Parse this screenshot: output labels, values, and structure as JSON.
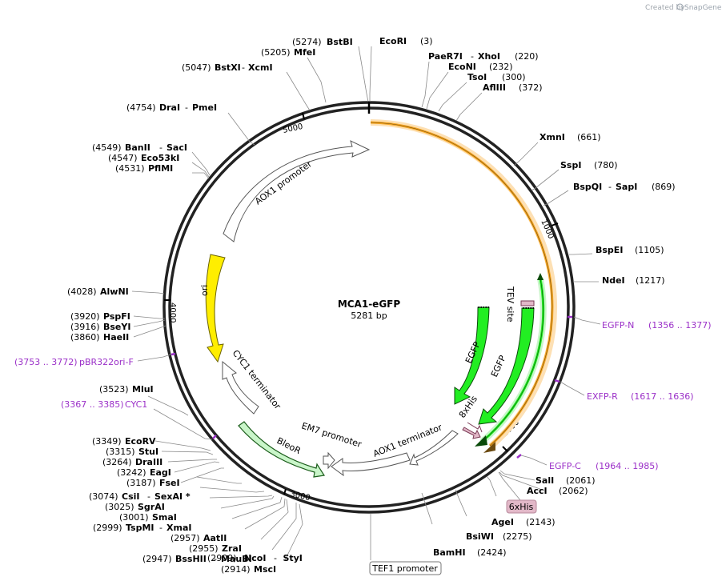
{
  "credit": {
    "prefix": "Created by",
    "brand": "SnapGene"
  },
  "plasmid": {
    "name": "MCA1-eGFP",
    "size": "5281 bp"
  },
  "ticks": [
    {
      "label": "1000"
    },
    {
      "label": "2000"
    },
    {
      "label": "3000"
    },
    {
      "label": "4000"
    },
    {
      "label": "5000"
    }
  ],
  "features": [
    {
      "name": "AOX1 promoter"
    },
    {
      "name": "ori"
    },
    {
      "name": "CYC1 terminator"
    },
    {
      "name": "BleoR"
    },
    {
      "name": "EM7 promoter"
    },
    {
      "name": "AOX1 terminator"
    },
    {
      "name": "EGFP"
    },
    {
      "name": "EGFP"
    },
    {
      "name": "TEV site"
    },
    {
      "name": "8xHis"
    }
  ],
  "outer_features": [
    {
      "name": "TEF1 promoter"
    },
    {
      "name": "6xHis"
    }
  ],
  "sites": [
    {
      "name": "BstBI",
      "pos": "(5274)"
    },
    {
      "name": "EcoRI",
      "pos": "(3)"
    },
    {
      "name": "MfeI",
      "pos": "(5205)"
    },
    {
      "name": "BstXI",
      "name2": "XcmI",
      "pos": "(5047)"
    },
    {
      "name": "PaeR7I",
      "name2": "XhoI",
      "pos": "(220)"
    },
    {
      "name": "EcoNI",
      "pos": "(232)"
    },
    {
      "name": "TsoI",
      "pos": "(300)"
    },
    {
      "name": "AflIII",
      "pos": "(372)"
    },
    {
      "name": "DraI",
      "name2": "PmeI",
      "pos": "(4754)"
    },
    {
      "name": "XmnI",
      "pos": "(661)"
    },
    {
      "name": "BanII",
      "name2": "SacI",
      "pos": "(4549)"
    },
    {
      "name": "Eco53kI",
      "pos": "(4547)"
    },
    {
      "name": "PflMI",
      "pos": "(4531)"
    },
    {
      "name": "SspI",
      "pos": "(780)"
    },
    {
      "name": "BspQI",
      "name2": "SapI",
      "pos": "(869)"
    },
    {
      "name": "BspEI",
      "pos": "(1105)"
    },
    {
      "name": "AlwNI",
      "pos": "(4028)"
    },
    {
      "name": "NdeI",
      "pos": "(1217)"
    },
    {
      "name": "PspFI",
      "pos": "(3920)"
    },
    {
      "name": "BseYI",
      "pos": "(3916)"
    },
    {
      "name": "HaeII",
      "pos": "(3860)"
    },
    {
      "name": "MluI",
      "pos": "(3523)"
    },
    {
      "name": "EcoRV",
      "pos": "(3349)"
    },
    {
      "name": "StuI",
      "pos": "(3315)"
    },
    {
      "name": "DraIII",
      "pos": "(3264)"
    },
    {
      "name": "EagI",
      "pos": "(3242)"
    },
    {
      "name": "FseI",
      "pos": "(3187)"
    },
    {
      "name": "CsiI",
      "name2": "SexAI *",
      "pos": "(3074)"
    },
    {
      "name": "SgrAI",
      "pos": "(3025)"
    },
    {
      "name": "SmaI",
      "pos": "(3001)"
    },
    {
      "name": "TspMI",
      "name2": "XmaI",
      "pos": "(2999)"
    },
    {
      "name": "AatII",
      "pos": "(2957)"
    },
    {
      "name": "ZraI",
      "pos": "(2955)"
    },
    {
      "name": "BssHII",
      "name2": "MauBI",
      "pos": "(2947)"
    },
    {
      "name": "MscI",
      "pos": "(2914)"
    },
    {
      "name": "NcoI",
      "name2": "StyI",
      "pos": "(2909)"
    },
    {
      "name": "SalI",
      "pos": "(2061)"
    },
    {
      "name": "AccI",
      "pos": "(2062)"
    },
    {
      "name": "AgeI",
      "pos": "(2143)"
    },
    {
      "name": "BsiWI",
      "pos": "(2275)"
    },
    {
      "name": "BamHI",
      "pos": "(2424)"
    }
  ],
  "primers": [
    {
      "name": "EGFP-N",
      "range": "(1356 .. 1377)"
    },
    {
      "name": "pBR322ori-F",
      "range": "(3753 .. 3772)"
    },
    {
      "name": "EXFP-R",
      "range": "(1617 .. 1636)"
    },
    {
      "name": "CYC1",
      "range": "(3367 .. 3385)"
    },
    {
      "name": "EGFP-C",
      "range": "(1964 .. 1985)"
    }
  ],
  "colors": {
    "backbone": "#222222",
    "orf_orange": "#f6a623",
    "egfp_green": "#22ee22",
    "bleor_green": "#aef0b8",
    "ori_yellow": "#ffee00",
    "primer_purple": "#9b30c8",
    "tag_pink": "#e2b8c8"
  }
}
